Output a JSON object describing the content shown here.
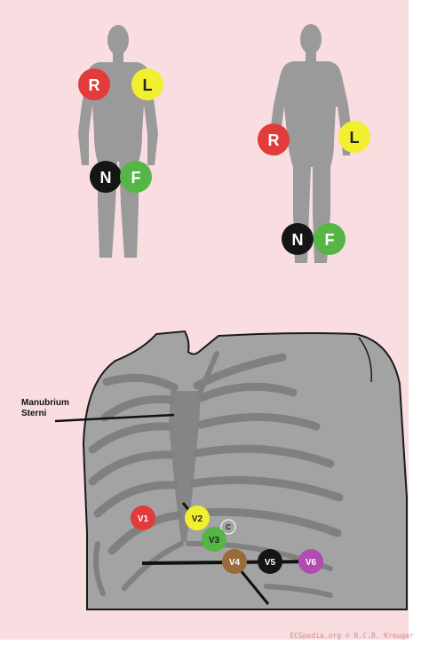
{
  "limb_electrodes_front": [
    {
      "label": "R",
      "color": "#e23b3b",
      "text_color": "#ffffff"
    },
    {
      "label": "L",
      "color": "#f2ef2f",
      "text_color": "#222222"
    },
    {
      "label": "N",
      "color": "#151515",
      "text_color": "#ffffff"
    },
    {
      "label": "F",
      "color": "#55b545",
      "text_color": "#ffffff"
    }
  ],
  "limb_electrodes_side": [
    {
      "label": "R",
      "color": "#e23b3b",
      "text_color": "#ffffff"
    },
    {
      "label": "L",
      "color": "#f2ef2f",
      "text_color": "#222222"
    },
    {
      "label": "N",
      "color": "#151515",
      "text_color": "#ffffff"
    },
    {
      "label": "F",
      "color": "#55b545",
      "text_color": "#ffffff"
    }
  ],
  "chest_electrodes": [
    {
      "label": "V1",
      "color": "#e23b3b",
      "text_color": "#ffffff"
    },
    {
      "label": "V2",
      "color": "#f2ef2f",
      "text_color": "#222222"
    },
    {
      "label": "V3",
      "color": "#55b545",
      "text_color": "#222222"
    },
    {
      "label": "V4",
      "color": "#9a6b3a",
      "text_color": "#ffffff"
    },
    {
      "label": "V5",
      "color": "#151515",
      "text_color": "#ffffff"
    },
    {
      "label": "V6",
      "color": "#b24cb2",
      "text_color": "#ffffff"
    }
  ],
  "sternum_marker": "C",
  "manubrium_label": {
    "line1": "Manubrium",
    "line2": "Sterni"
  },
  "credit": "ECGpedia.org © R.C.B. Kreuger",
  "colors": {
    "background": "#f9dde0",
    "figure": "#9a9a9a",
    "chest": "#a3a3a3",
    "rib": "#808080",
    "line": "#111111"
  }
}
